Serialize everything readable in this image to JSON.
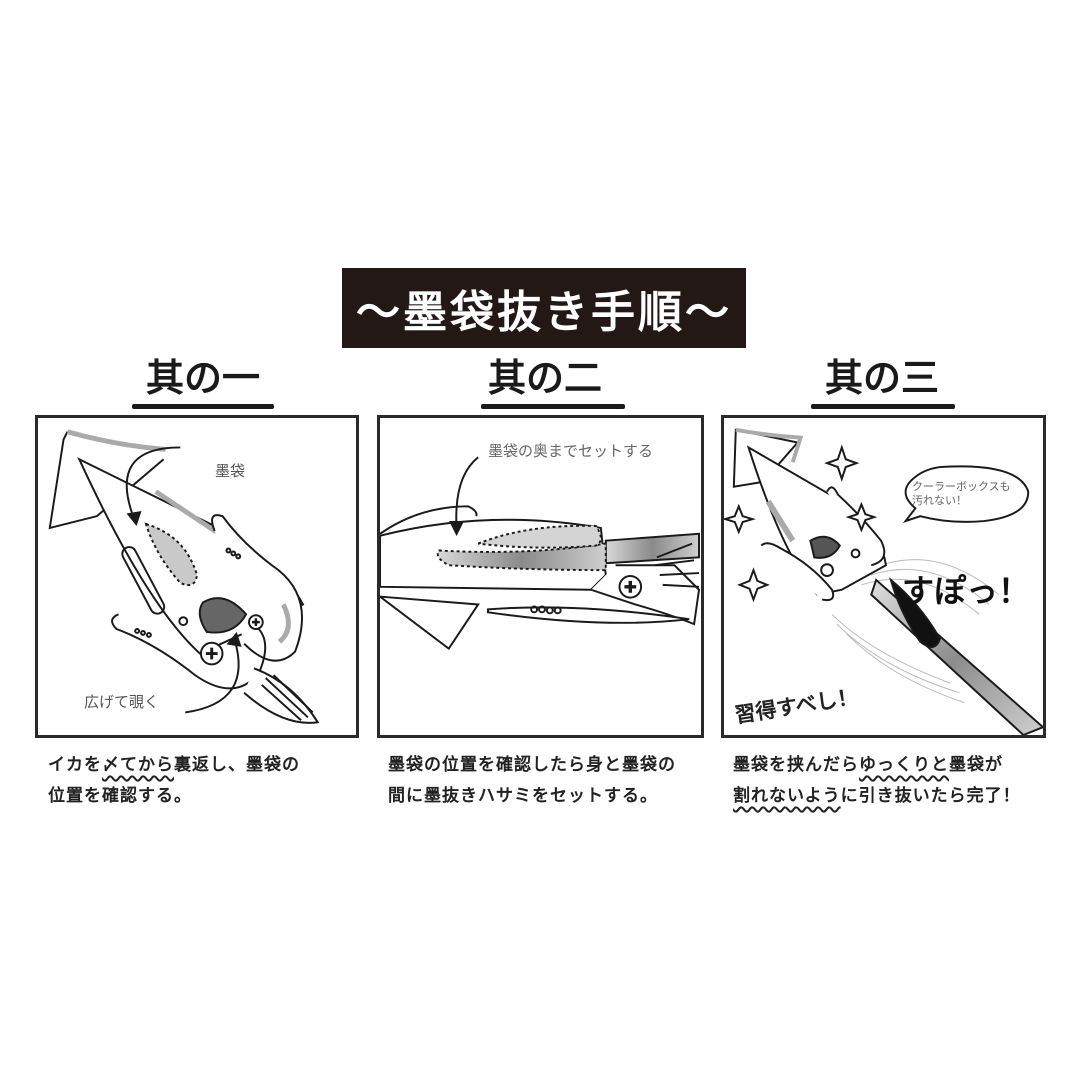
{
  "title": "〜墨袋抜き手順〜",
  "steps": [
    {
      "heading": "其の一",
      "labels": {
        "ink_sac": "墨袋",
        "spread": "広げて覗く"
      },
      "caption": {
        "line1_a": "イカを",
        "line1_wavy": "〆てから",
        "line1_b": "裏返し、墨袋の",
        "line2_a": "位置を",
        "line2_wavy": "確認",
        "line2_b": "する。"
      }
    },
    {
      "heading": "其の二",
      "labels": {
        "set_deep": "墨袋の奥までセットする"
      },
      "caption": {
        "line1": "墨袋の位置を確認したら身と墨袋の",
        "line2": "間に墨抜きハサミをセットする。"
      }
    },
    {
      "heading": "其の三",
      "labels": {
        "bubble_line1": "クーラーボックスも",
        "bubble_line2": "汚れない！",
        "sfx": "すぽっ！",
        "master": "習得すべし！"
      },
      "caption": {
        "line1_a": "墨袋を挟んだら",
        "line1_wavy": "ゆっくりと",
        "line1_b": "墨袋が",
        "line2_wavy": "割れないよう",
        "line2_b": "に引き抜いたら完了！"
      }
    }
  ],
  "colors": {
    "banner_bg": "#231815",
    "banner_text": "#ffffff",
    "ink": "#1a1a1a",
    "ink_sac_fill": "#666666"
  }
}
